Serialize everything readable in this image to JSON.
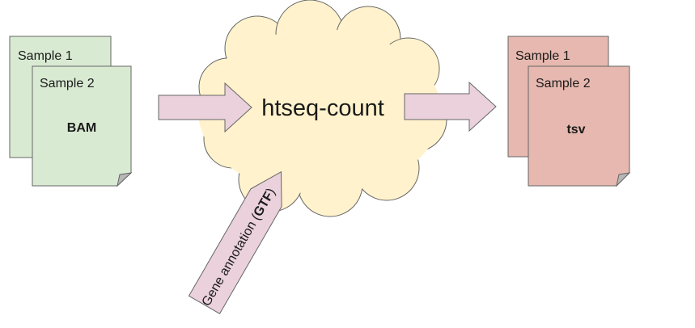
{
  "input": {
    "doc_back_label": "Sample 1",
    "doc_front_label": "Sample 2",
    "format": "BAM"
  },
  "tool": {
    "label": "htseq-count"
  },
  "output": {
    "doc_back_label": "Sample 1",
    "doc_front_label": "Sample 2",
    "format": "tsv"
  },
  "annotation": {
    "label_prefix": "Gene annotation (",
    "label_bold": "GTF",
    "label_suffix": ")"
  },
  "colors": {
    "input_docs": "#d9ead3",
    "output_docs": "#e6b8af",
    "cloud": "#fff2cc",
    "arrows": "#ead1dc",
    "outline": "#666666"
  }
}
